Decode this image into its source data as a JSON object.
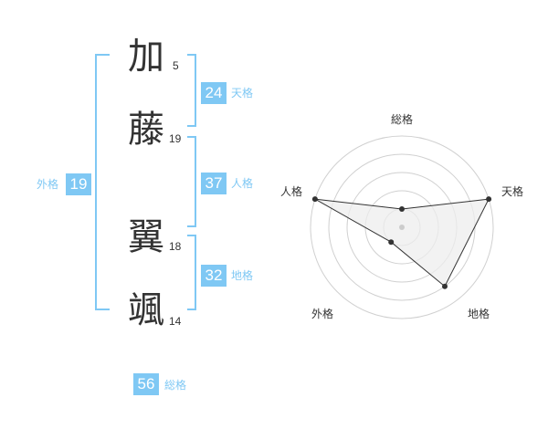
{
  "name": {
    "characters": [
      {
        "char": "加",
        "strokes": "5"
      },
      {
        "char": "藤",
        "strokes": "19"
      },
      {
        "char": "翼",
        "strokes": "18"
      },
      {
        "char": "颯",
        "strokes": "14"
      }
    ]
  },
  "kaku": {
    "tenkaku": {
      "label": "天格",
      "value": "24"
    },
    "jinkaku": {
      "label": "人格",
      "value": "37"
    },
    "chikaku": {
      "label": "地格",
      "value": "32"
    },
    "gaikaku": {
      "label": "外格",
      "value": "19"
    },
    "soukaku": {
      "label": "総格",
      "value": "56"
    }
  },
  "chart_data": {
    "type": "radar",
    "axes": [
      "総格",
      "天格",
      "地格",
      "外格",
      "人格"
    ],
    "levels": 5,
    "values": [
      0.2,
      1.0,
      0.8,
      0.2,
      1.0
    ]
  },
  "colors": {
    "accent": "#7fc8f4",
    "text": "#333333",
    "grid": "#d0d0d0",
    "fill": "#eeeeee"
  }
}
